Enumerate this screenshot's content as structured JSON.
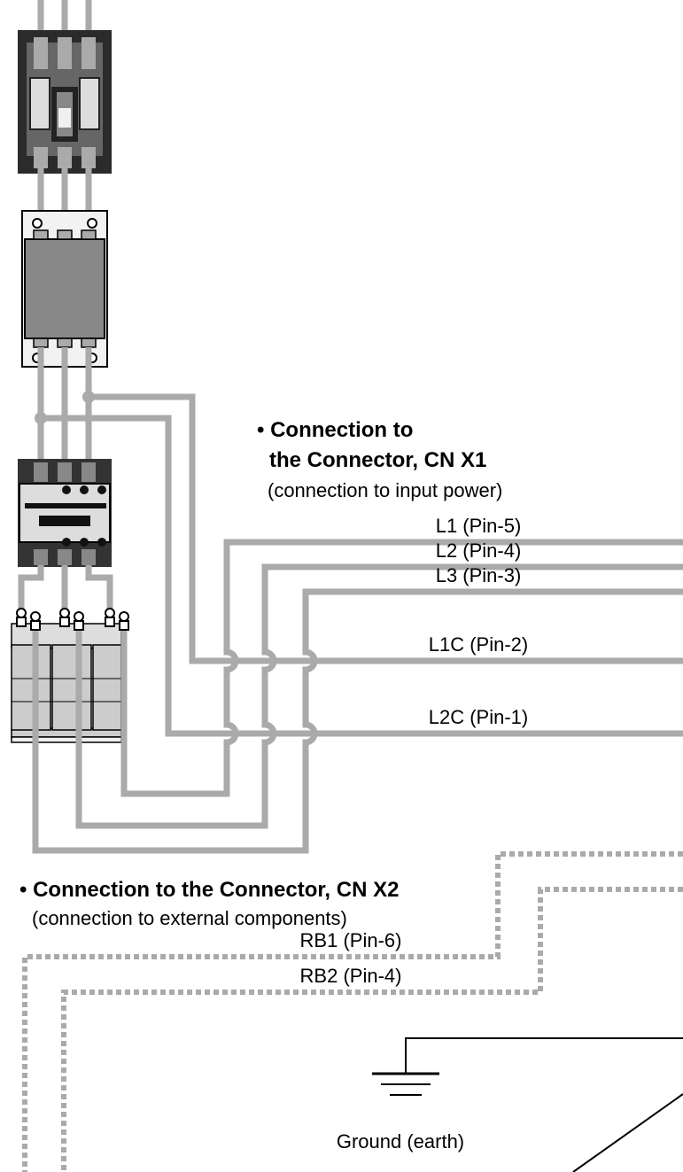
{
  "cnx1": {
    "bullet": "•",
    "heading_line1": "Connection to",
    "heading_line2": "the Connector, CN X1",
    "subtitle": "(connection to input power)",
    "wires": [
      {
        "label": "L1 (Pin-5)"
      },
      {
        "label": "L2 (Pin-4)"
      },
      {
        "label": "L3 (Pin-3)"
      },
      {
        "label": "L1C (Pin-2)"
      },
      {
        "label": "L2C (Pin-1)"
      }
    ]
  },
  "cnx2": {
    "bullet": "•",
    "heading": "Connection to the Connector, CN X2",
    "subtitle": "(connection to external components)",
    "wires": [
      {
        "label": "RB1 (Pin-6)"
      },
      {
        "label": "RB2 (Pin-4)"
      }
    ]
  },
  "ground": {
    "label": "Ground (earth)"
  },
  "colors": {
    "wire": "#aaaaaa",
    "component_dark": "#2b2b2b",
    "component_gray": "#888888",
    "component_light": "#d8d8d8",
    "line": "#000000"
  }
}
